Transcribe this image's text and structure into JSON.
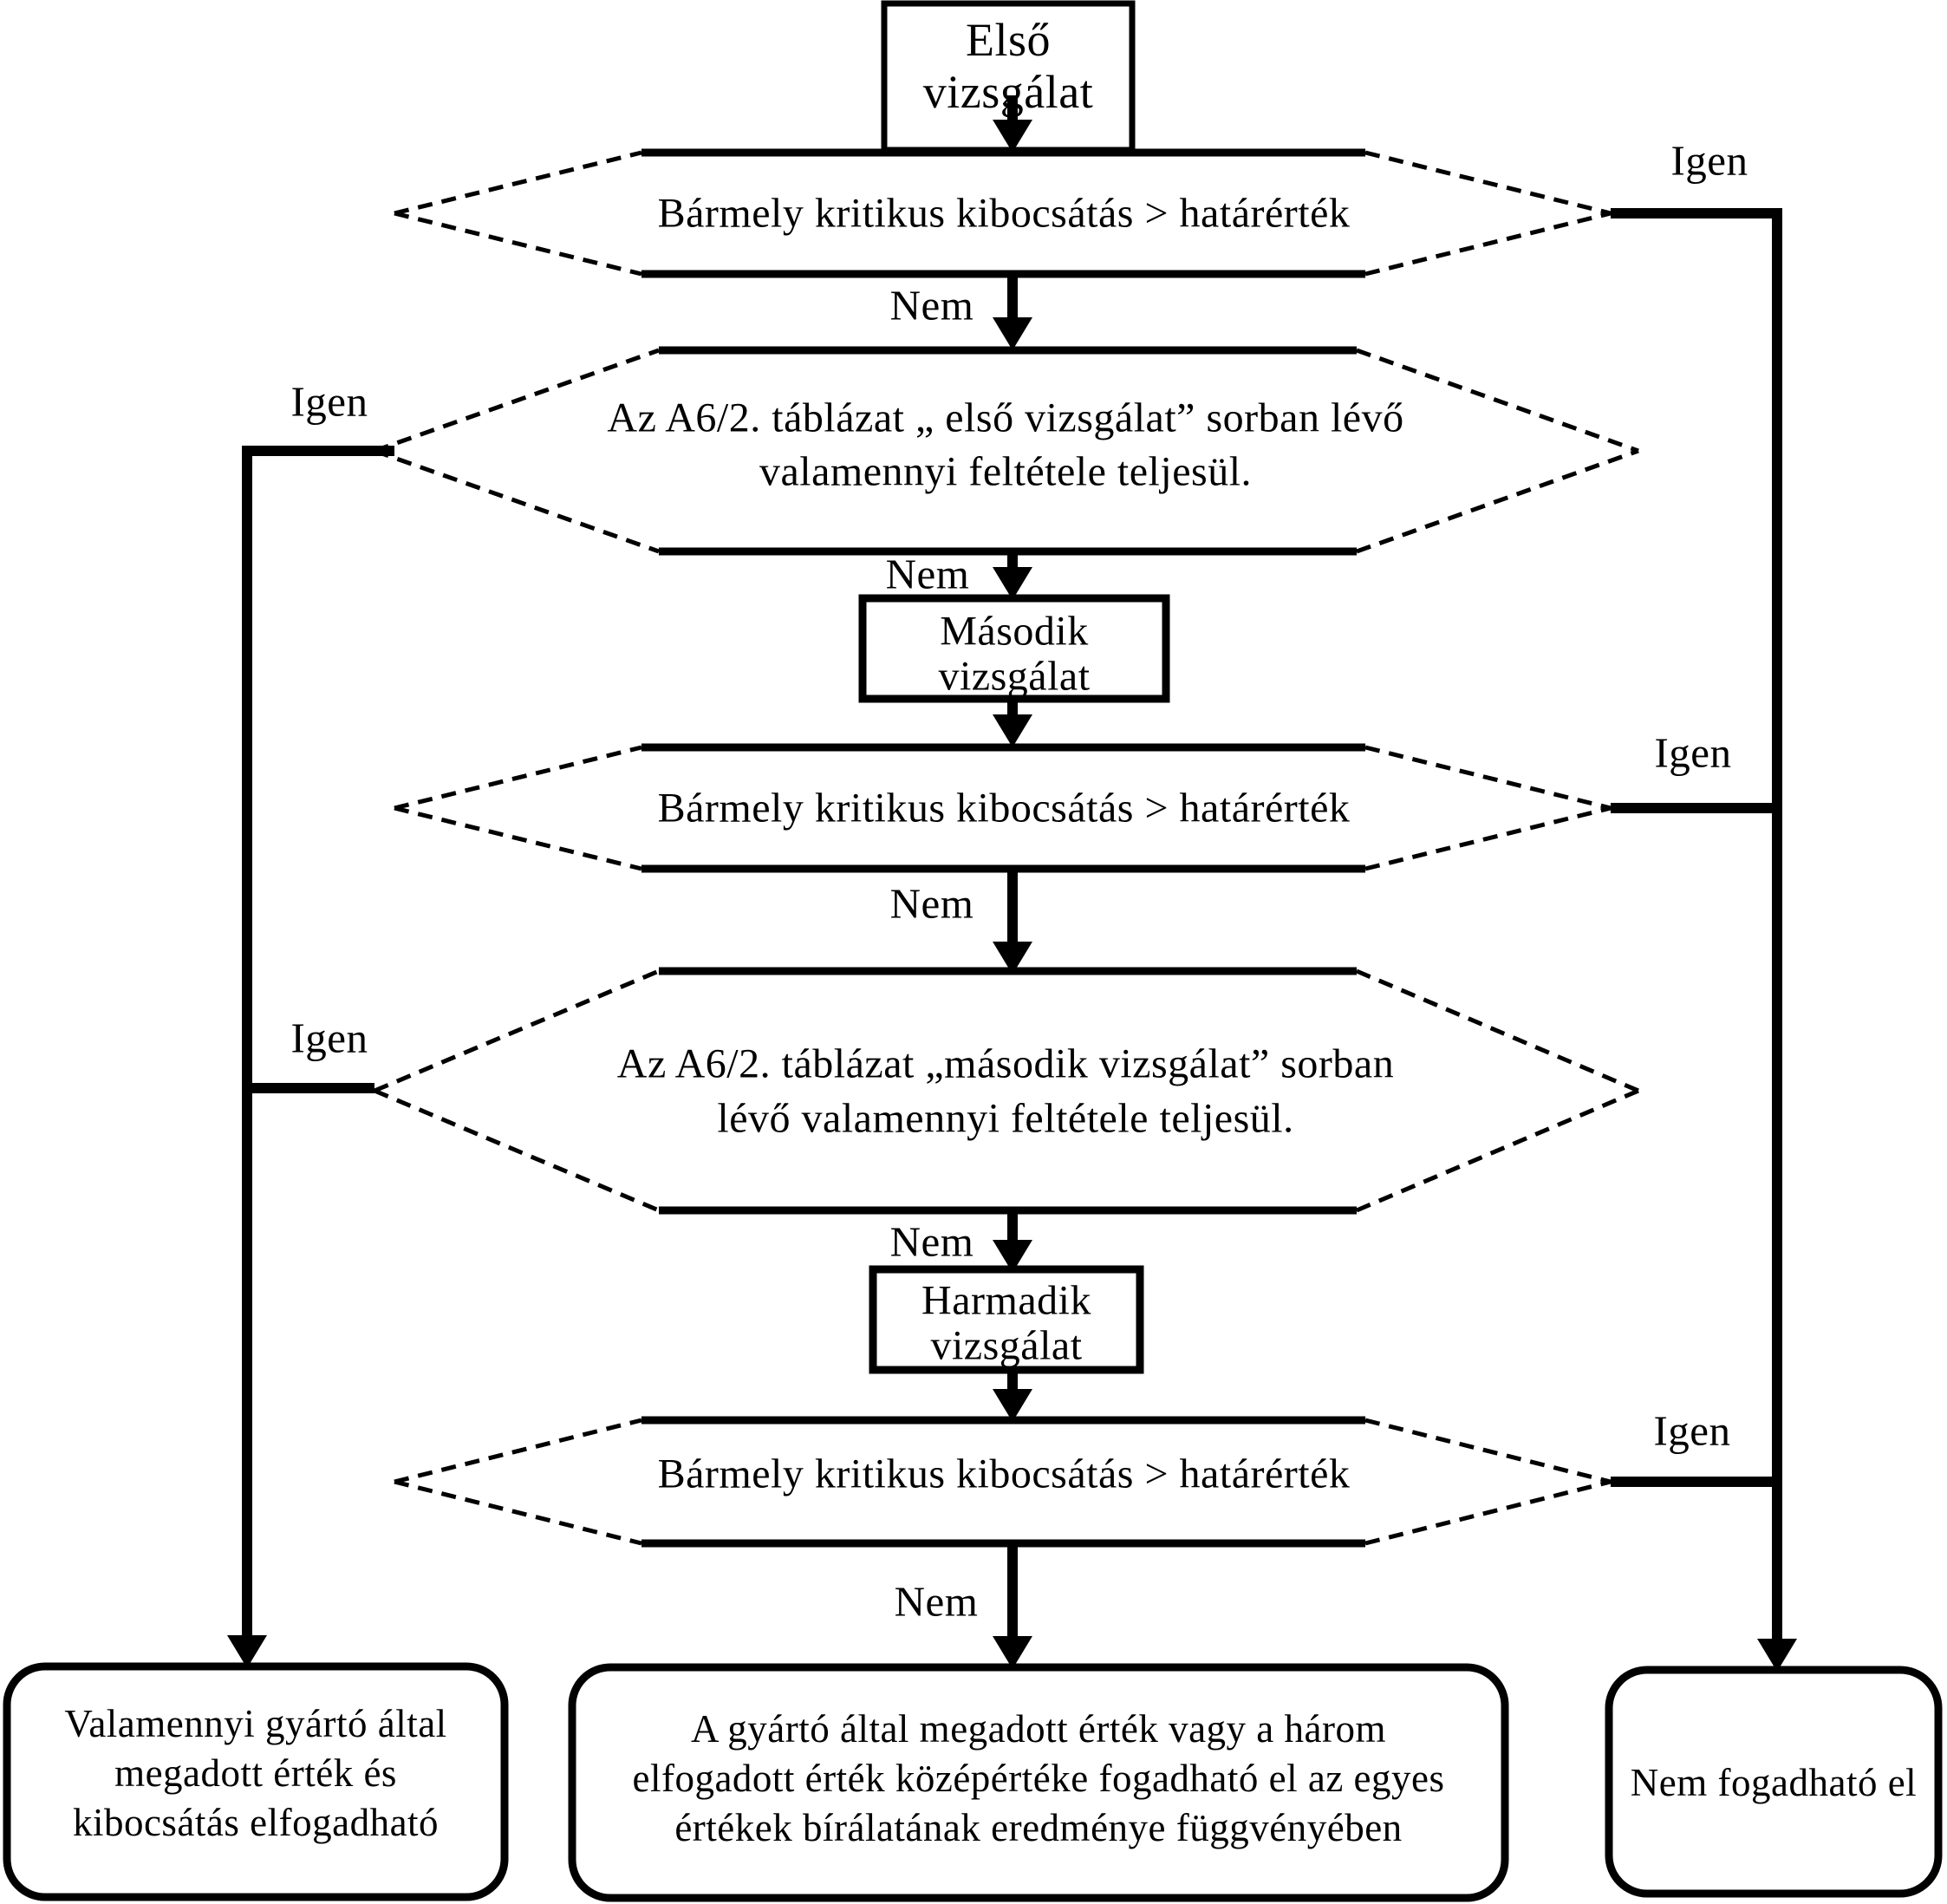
{
  "flowchart": {
    "start": {
      "line1": "Első",
      "line2": "vizsgálat"
    },
    "test2": {
      "line1": "Második",
      "line2": "vizsgálat"
    },
    "test3": {
      "line1": "Harmadik",
      "line2": "vizsgálat"
    },
    "decision_emission": "Bármely kritikus kibocsátás > határérték",
    "decision_table_first": {
      "line1": "Az A6/2. táblázat „ első vizsgálat” sorban lévő",
      "line2": "valamennyi feltétele teljesül."
    },
    "decision_table_second": {
      "line1": "Az A6/2. táblázat „második vizsgálat” sorban",
      "line2": "lévő valamennyi feltétele teljesül."
    },
    "label_yes": "Igen",
    "label_no": "Nem",
    "outcome_left": {
      "line1": "Valamennyi gyártó által",
      "line2": "megadott érték és",
      "line3": "kibocsátás elfogadható"
    },
    "outcome_middle": {
      "line1": "A gyártó által megadott érték vagy a három",
      "line2": "elfogadott érték középértéke fogadható el az egyes",
      "line3": "értékek bírálatának eredménye függvényében"
    },
    "outcome_right": "Nem fogadható el"
  }
}
